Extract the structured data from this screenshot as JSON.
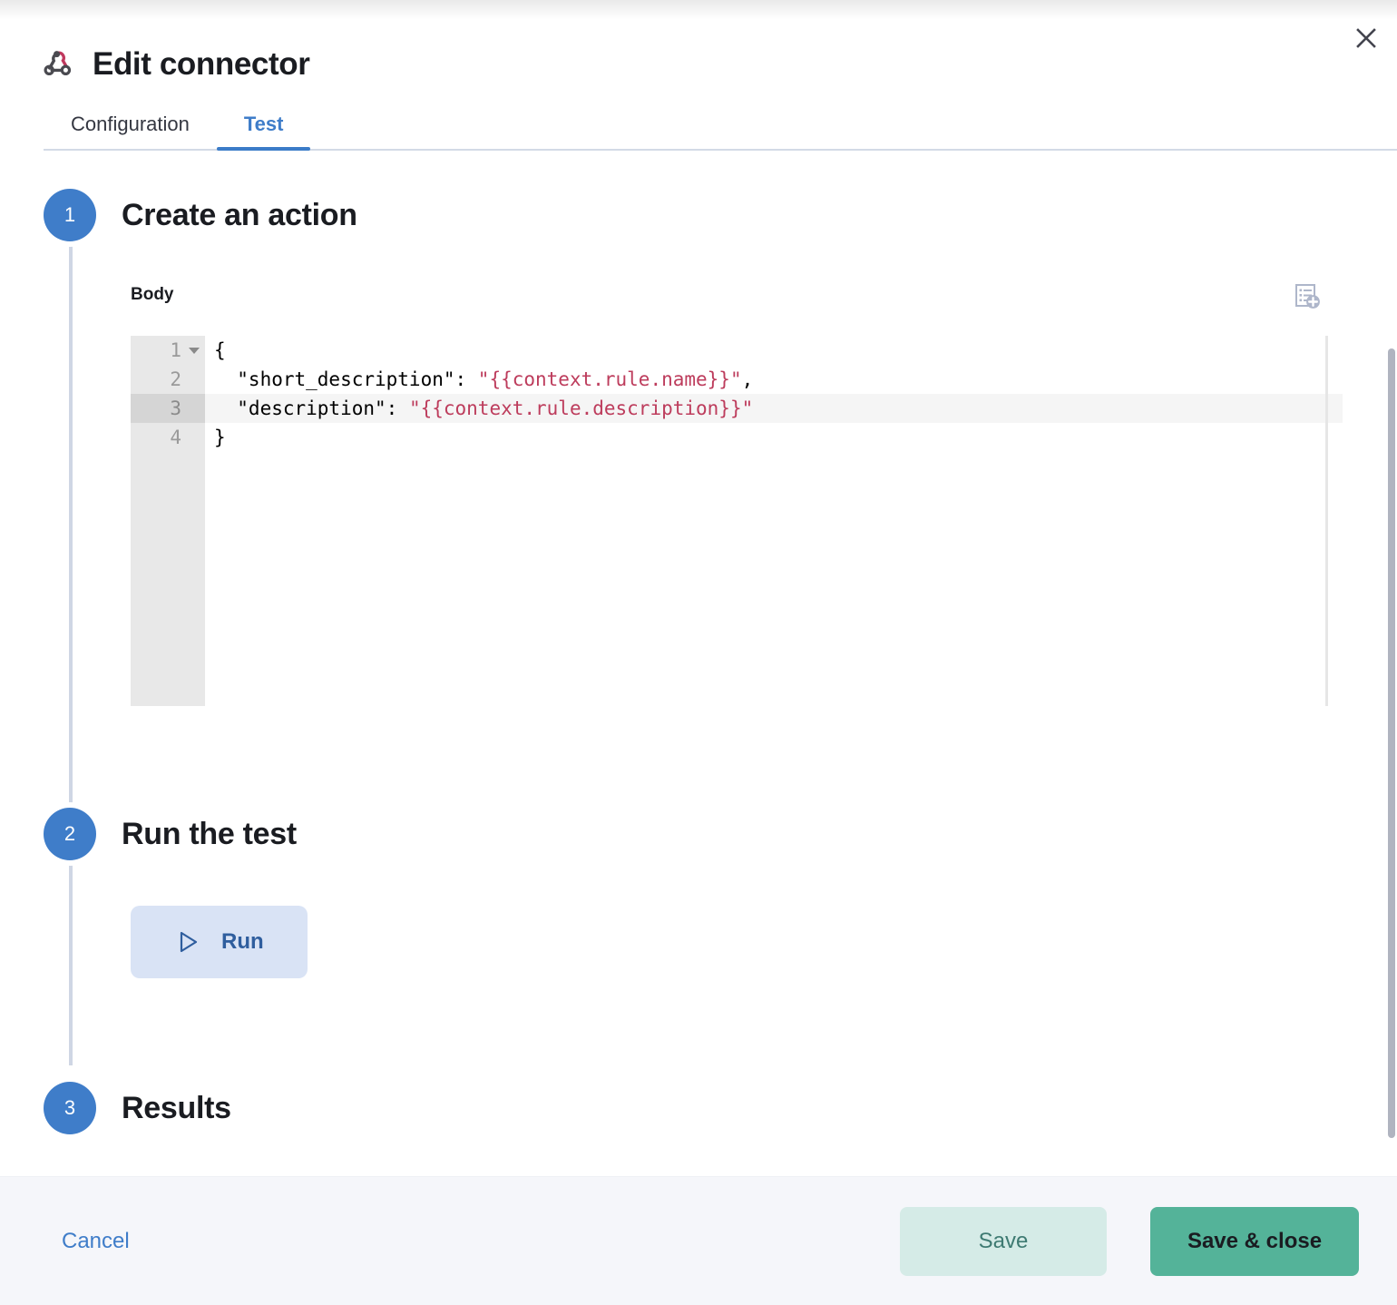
{
  "window": {
    "title": "Edit connector",
    "connector_icon": "webhook-icon",
    "close_icon": "close-icon"
  },
  "tabs": [
    {
      "label": "Configuration",
      "active": false
    },
    {
      "label": "Test",
      "active": true
    }
  ],
  "steps": [
    {
      "number": "1",
      "title": "Create an action"
    },
    {
      "number": "2",
      "title": "Run the test"
    },
    {
      "number": "3",
      "title": "Results"
    }
  ],
  "body_section": {
    "label": "Body",
    "add_variable_icon": "add-variable-icon"
  },
  "editor": {
    "active_line": 3,
    "line_numbers": [
      "1",
      "2",
      "3",
      "4"
    ],
    "lines": [
      {
        "number": "1",
        "foldable": true,
        "segments": [
          {
            "text": "{",
            "type": "plain"
          }
        ]
      },
      {
        "number": "2",
        "foldable": false,
        "segments": [
          {
            "text": "  \"short_description\": ",
            "type": "plain"
          },
          {
            "text": "\"{{context.rule.name}}\"",
            "type": "template"
          },
          {
            "text": ",",
            "type": "plain"
          }
        ]
      },
      {
        "number": "3",
        "foldable": false,
        "segments": [
          {
            "text": "  \"description\": ",
            "type": "plain"
          },
          {
            "text": "\"{{context.rule.description}}\"",
            "type": "template"
          }
        ]
      },
      {
        "number": "4",
        "foldable": false,
        "segments": [
          {
            "text": "}",
            "type": "plain"
          }
        ]
      }
    ]
  },
  "run": {
    "label": "Run",
    "icon": "play-icon"
  },
  "footer": {
    "cancel_label": "Cancel",
    "save_label": "Save",
    "save_close_label": "Save & close"
  },
  "colors": {
    "accent_blue": "#3f7dc9",
    "teal_primary": "#54b399",
    "teal_light": "#d5ebe7",
    "template_red": "#bd3c5c",
    "run_button_bg": "#d9e3f5",
    "footer_bg": "#f5f6fa",
    "gutter_bg": "#e8e8e8"
  }
}
